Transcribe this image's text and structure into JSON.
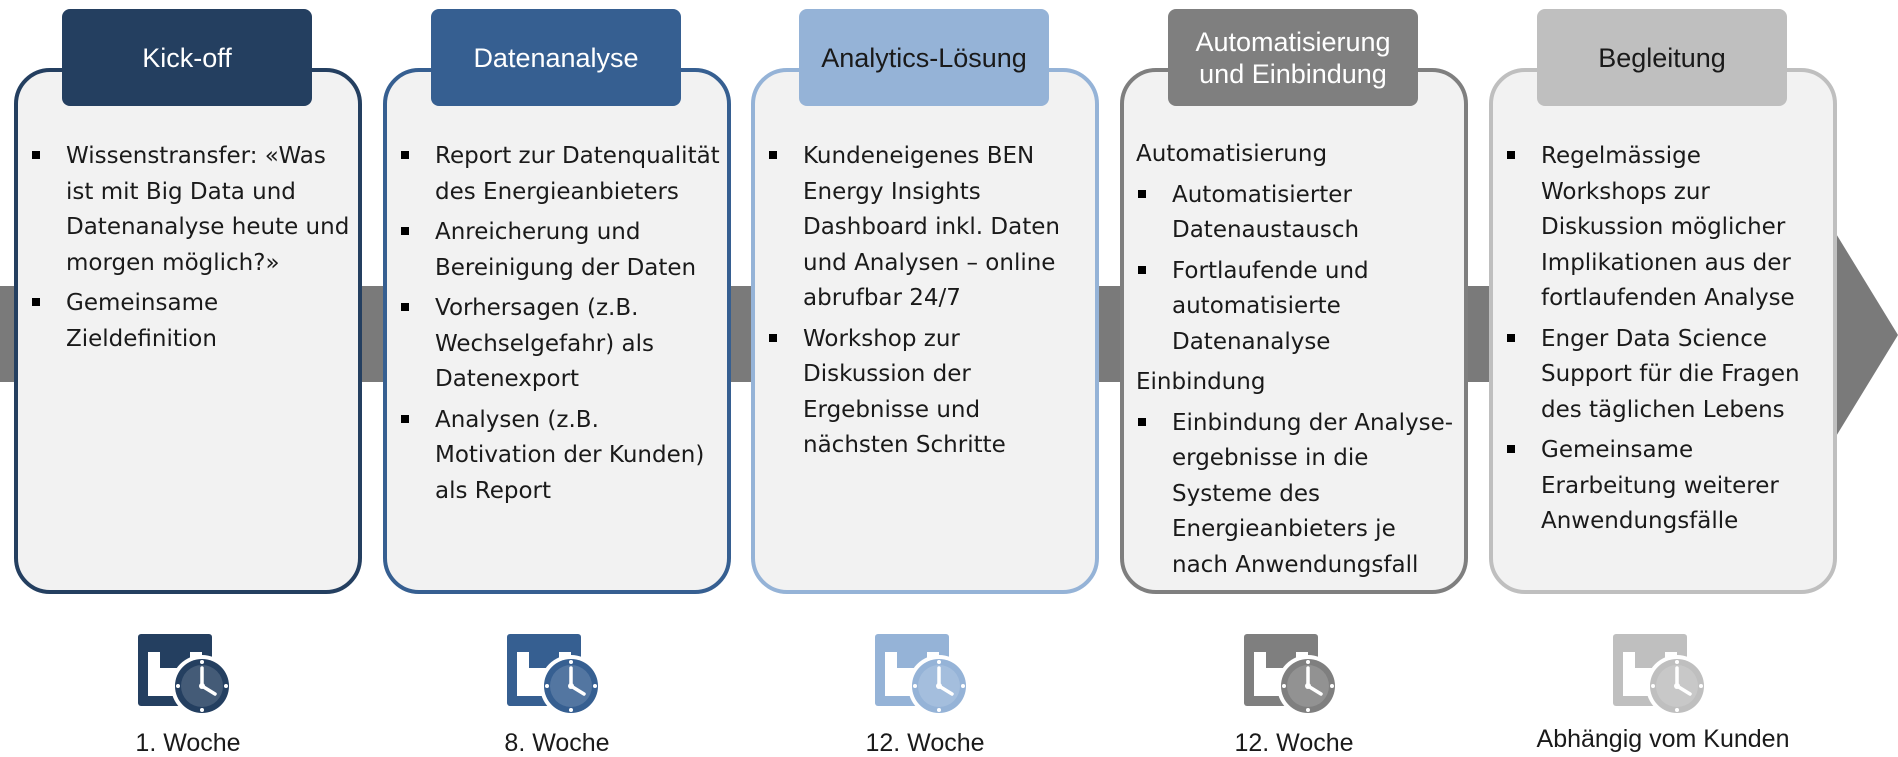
{
  "colors": {
    "arrow": "#7a7a7a",
    "box_fill": "#f2f2f2",
    "dark_navy": "#243f60",
    "mid_blue": "#365f91",
    "light_blue": "#95b3d7",
    "dark_gray": "#7f7f7f",
    "light_gray": "#bfbfbf"
  },
  "phases": [
    {
      "title": "Kick-off",
      "color": "#243f60",
      "title_color": "#ffffff",
      "icon": "calendar-clock-icon",
      "sections": [
        {
          "heading": "",
          "bullets": [
            "Wissenstransfer: «Was ist mit Big Data und Datenanalyse heute und morgen möglich?»",
            "Gemeinsame Zieldefinition"
          ]
        }
      ],
      "duration": "1. Woche"
    },
    {
      "title": "Datenanalyse",
      "color": "#365f91",
      "title_color": "#ffffff",
      "icon": "calendar-clock-icon",
      "sections": [
        {
          "heading": "",
          "bullets": [
            "Report zur Datenqualität des Energieanbieters",
            "Anreicherung und Bereinigung der Daten",
            "Vorhersagen (z.B. Wechselgefahr) als Datenexport",
            "Analysen (z.B. Motivation der Kunden) als Report"
          ]
        }
      ],
      "duration": "8. Woche"
    },
    {
      "title": "Analytics-Lösung",
      "color": "#95b3d7",
      "title_color": "#1a1a1a",
      "icon": "calendar-clock-icon",
      "sections": [
        {
          "heading": "",
          "bullets": [
            "Kundeneigenes BEN Energy Insights Dashboard inkl. Daten und Analysen – online abrufbar 24/7",
            "Workshop zur Diskussion der Ergebnisse und nächsten Schritte"
          ]
        }
      ],
      "duration": "12. Woche"
    },
    {
      "title": "Automatisierung\nund Einbindung",
      "color": "#7f7f7f",
      "title_color": "#ffffff",
      "icon": "calendar-clock-icon",
      "sections": [
        {
          "heading": "Automatisierung",
          "bullets": [
            "Automatisierter Datenaustausch",
            "Fortlaufende und automatisierte Datenanalyse"
          ]
        },
        {
          "heading": "Einbindung",
          "bullets": [
            "Einbindung der Analyse-ergebnisse in die Systeme des Energieanbieters je nach Anwendungsfall"
          ]
        }
      ],
      "duration": "12. Woche"
    },
    {
      "title": "Begleitung",
      "color": "#bfbfbf",
      "title_color": "#1a1a1a",
      "icon": "calendar-clock-icon",
      "sections": [
        {
          "heading": "",
          "bullets": [
            "Regelmässige Workshops zur Diskussion möglicher Implikationen aus der fortlaufenden Analyse",
            "Enger Data Science Support für die Fragen des täglichen Lebens",
            "Gemeinsame Erarbeitung weiterer Anwendungsfälle"
          ]
        }
      ],
      "duration": "Abhängig vom Kunden"
    }
  ]
}
